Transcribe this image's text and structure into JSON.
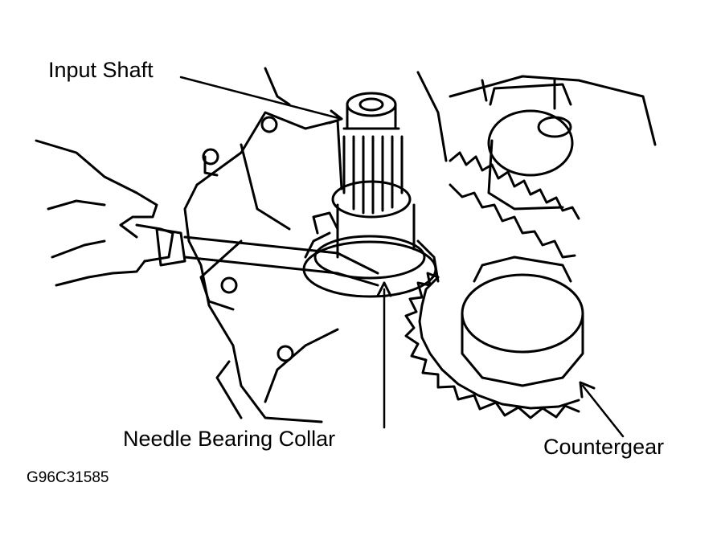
{
  "diagram": {
    "callouts": {
      "input_shaft": "Input Shaft",
      "needle_bearing_collar": "Needle Bearing Collar",
      "countergear": "Countergear"
    },
    "figure_id": "G96C31585",
    "colors": {
      "ink": "#000000",
      "background": "#ffffff"
    }
  }
}
